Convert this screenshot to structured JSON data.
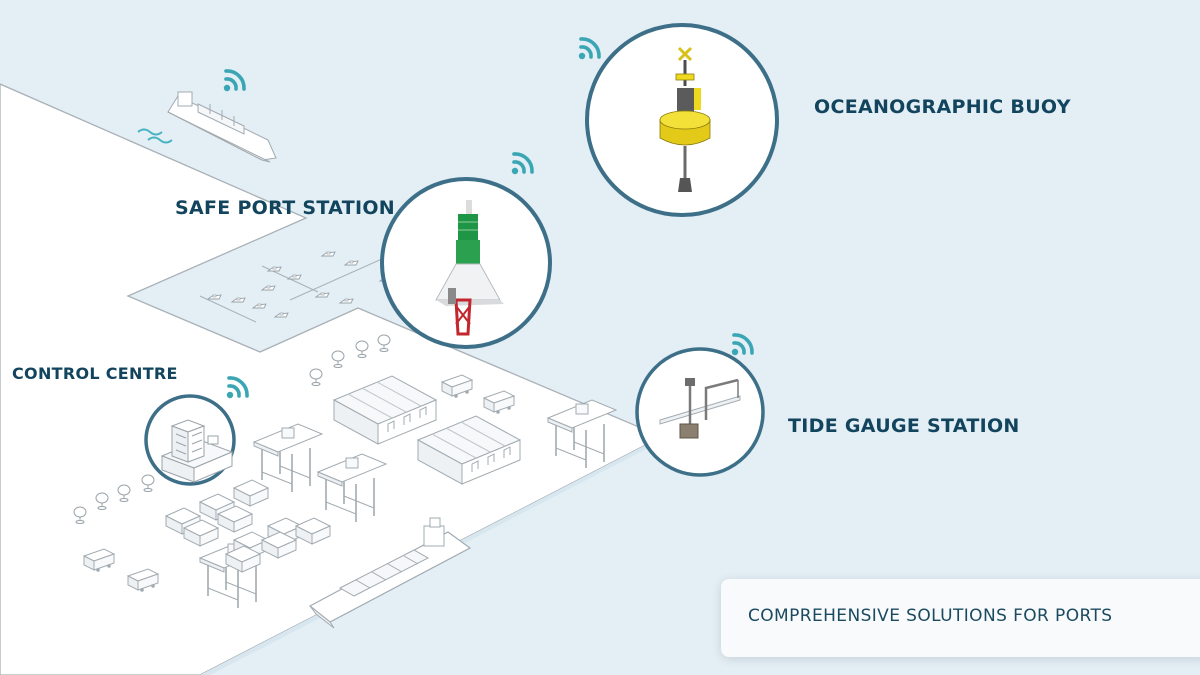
{
  "labels": {
    "oceanographic_buoy": "OCEANOGRAPHIC BUOY",
    "safe_port_station": "SAFE PORT STATION",
    "control_centre": "CONTROL CENTRE",
    "tide_gauge_station": "TIDE GAUGE STATION"
  },
  "banner": {
    "text": "COMPREHENSIVE SOLUTIONS FOR PORTS"
  },
  "colors": {
    "sea": "#e3eef5",
    "land": "#ffffff",
    "outline": "#a9b1b7",
    "ring": "#3d7088",
    "wifi": "#3aa6b4",
    "heading": "#12455d",
    "buoy_yellow": "#efd91e",
    "station_green": "#1f9645",
    "station_red": "#c3262c"
  },
  "icons": [
    "wifi-icon",
    "cargo-ship-icon",
    "container-ship-icon",
    "gantry-crane-icon",
    "warehouse-icon",
    "truck-icon",
    "satellite-dish-icon",
    "container-stack-icon",
    "control-building-icon",
    "buoy-icon",
    "light-station-icon",
    "tide-gauge-icon"
  ]
}
